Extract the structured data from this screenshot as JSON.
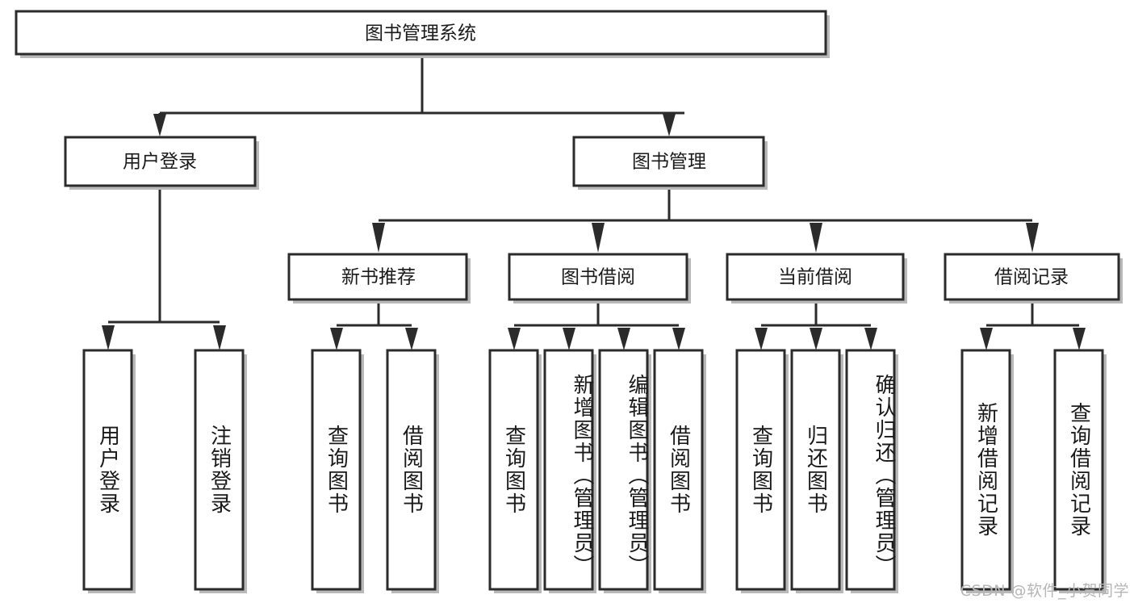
{
  "diagram": {
    "type": "tree",
    "title": "图书管理系统",
    "root": {
      "id": "root",
      "label": "图书管理系统",
      "orientation": "horizontal"
    },
    "level2": [
      {
        "id": "user-login",
        "label": "用户登录",
        "orientation": "horizontal"
      },
      {
        "id": "book-management",
        "label": "图书管理",
        "orientation": "horizontal"
      }
    ],
    "level3": [
      {
        "id": "new-book-recommend",
        "label": "新书推荐",
        "orientation": "horizontal",
        "parent": "book-management"
      },
      {
        "id": "book-borrow",
        "label": "图书借阅",
        "orientation": "horizontal",
        "parent": "book-management"
      },
      {
        "id": "current-borrow",
        "label": "当前借阅",
        "orientation": "horizontal",
        "parent": "book-management"
      },
      {
        "id": "borrow-record",
        "label": "借阅记录",
        "orientation": "horizontal",
        "parent": "book-management"
      }
    ],
    "leaves": [
      {
        "id": "leaf-user-login",
        "label": "用户登录",
        "parent": "user-login",
        "orientation": "vertical"
      },
      {
        "id": "leaf-logout-login",
        "label": "注销登录",
        "parent": "user-login",
        "orientation": "vertical"
      },
      {
        "id": "leaf-query-book-1",
        "label": "查询图书",
        "parent": "new-book-recommend",
        "orientation": "vertical"
      },
      {
        "id": "leaf-borrow-book-1",
        "label": "借阅图书",
        "parent": "new-book-recommend",
        "orientation": "vertical"
      },
      {
        "id": "leaf-query-book-2",
        "label": "查询图书",
        "parent": "book-borrow",
        "orientation": "vertical"
      },
      {
        "id": "leaf-add-book-admin",
        "label": "新增图书（管理员）",
        "parent": "book-borrow",
        "orientation": "vertical"
      },
      {
        "id": "leaf-edit-book-admin",
        "label": "编辑图书（管理员）",
        "parent": "book-borrow",
        "orientation": "vertical"
      },
      {
        "id": "leaf-borrow-book-2",
        "label": "借阅图书",
        "parent": "book-borrow",
        "orientation": "vertical"
      },
      {
        "id": "leaf-query-book-3",
        "label": "查询图书",
        "parent": "current-borrow",
        "orientation": "vertical"
      },
      {
        "id": "leaf-return-book",
        "label": "归还图书",
        "parent": "current-borrow",
        "orientation": "vertical"
      },
      {
        "id": "leaf-confirm-return-admin",
        "label": "确认归还（管理员）",
        "parent": "current-borrow",
        "orientation": "vertical"
      },
      {
        "id": "leaf-add-borrow-record",
        "label": "新增借阅记录",
        "parent": "borrow-record",
        "orientation": "vertical"
      },
      {
        "id": "leaf-query-borrow-record",
        "label": "查询借阅记录",
        "parent": "borrow-record",
        "orientation": "vertical"
      }
    ],
    "colors": {
      "box_fill": "#ffffff",
      "box_stroke": "#2b2b2b",
      "connector": "#2b2b2b",
      "text": "#1a1a1a",
      "shadow": "#b9b9b9",
      "watermark": "#b6b6b6",
      "background": "#ffffff"
    }
  },
  "watermark": {
    "text": "CSDN @软件_小贺同学"
  }
}
